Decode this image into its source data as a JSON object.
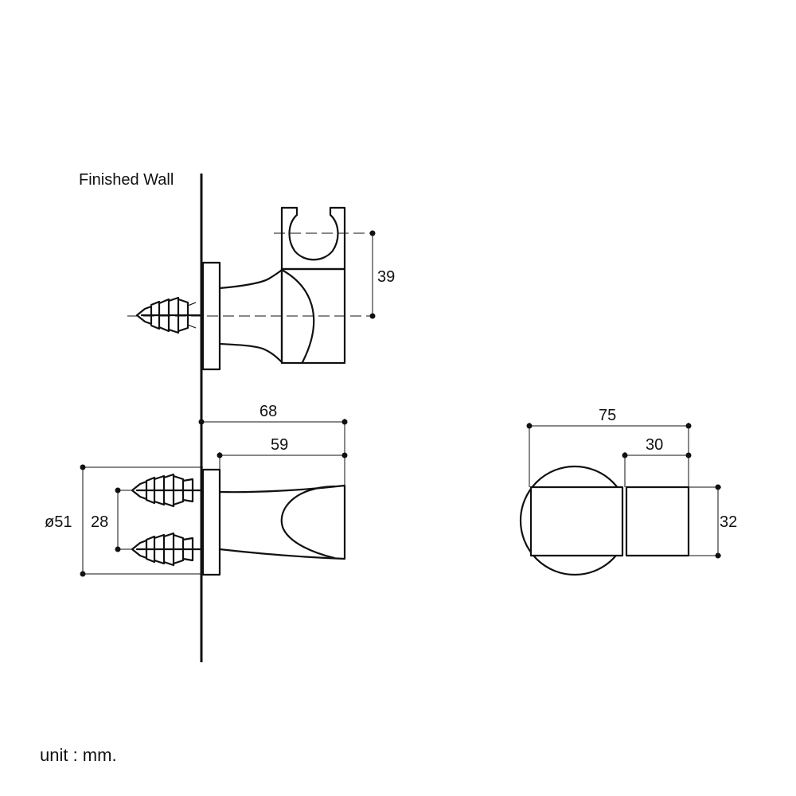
{
  "labels": {
    "finished_wall": "Finished Wall",
    "unit_note": "unit : mm."
  },
  "dimensions": {
    "side_height": "39",
    "total_length": "68",
    "arm_length": "59",
    "flange_diameter": "ø51",
    "screw_spacing": "28",
    "front_width": "75",
    "holder_width": "30",
    "front_height": "32"
  }
}
